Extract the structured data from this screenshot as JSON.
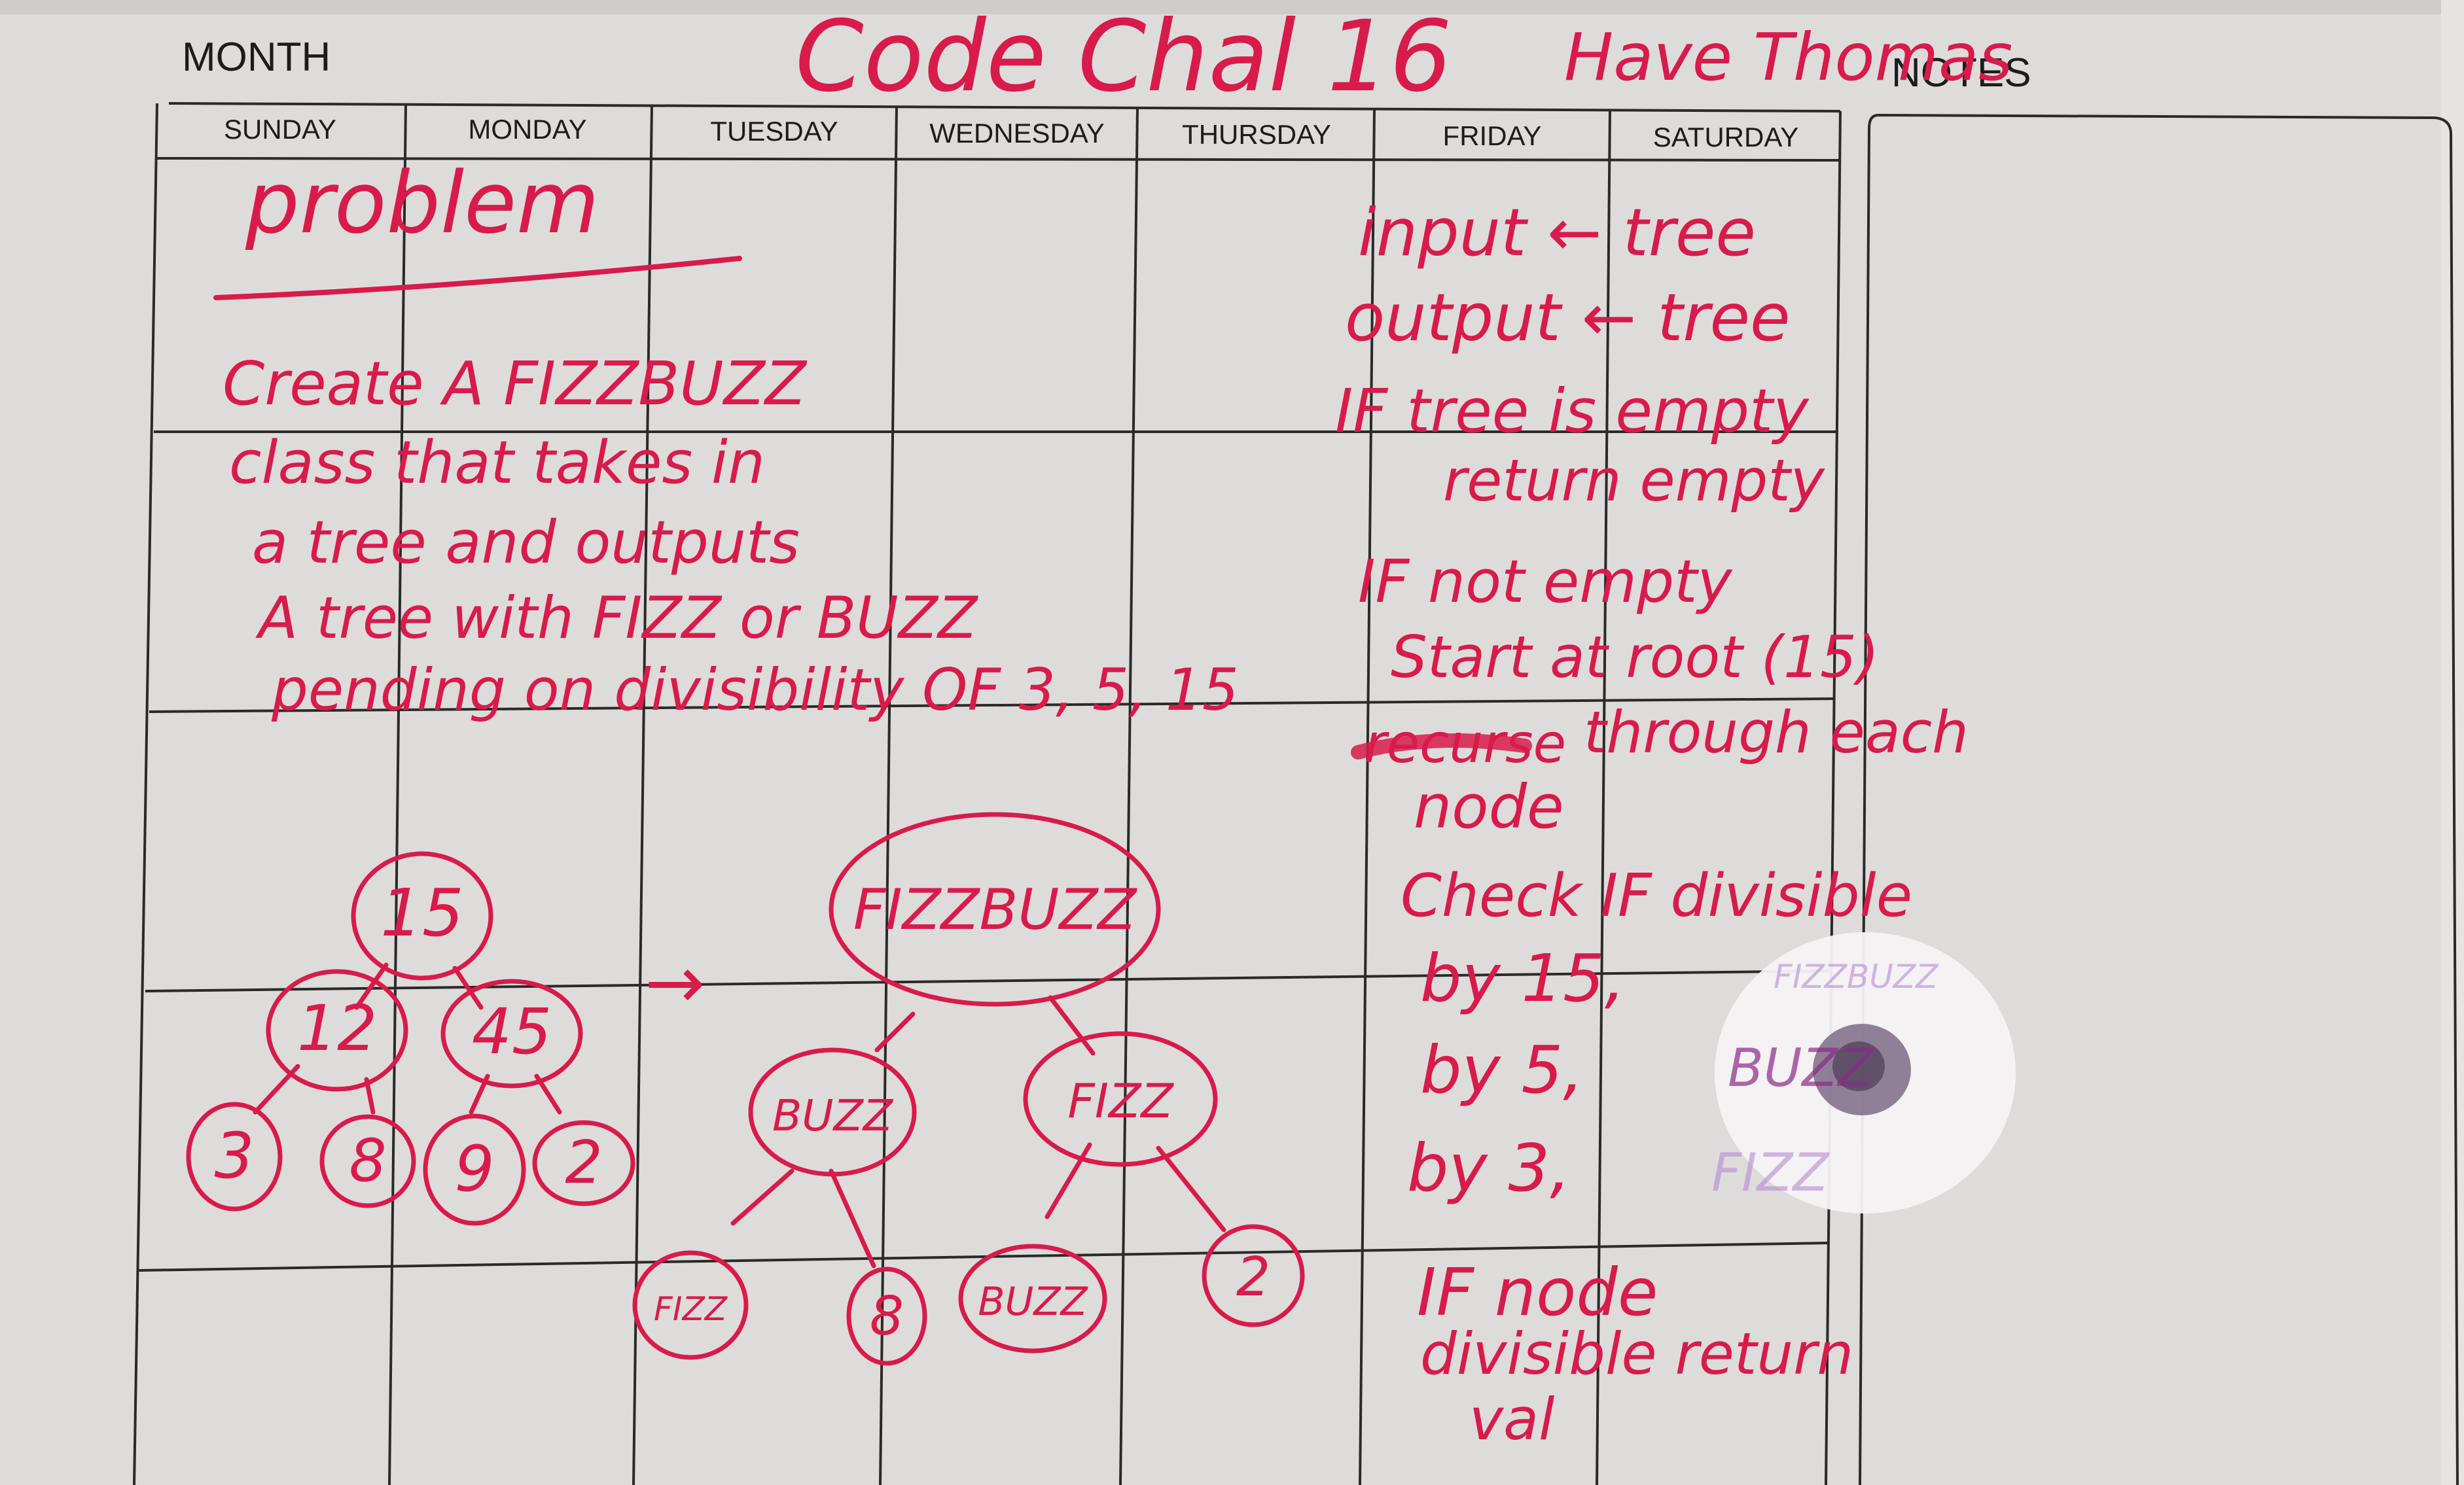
{
  "planner": {
    "month_label": "MONTH",
    "notes_label": "NOTES",
    "days": [
      "SUNDAY",
      "MONDAY",
      "TUESDAY",
      "WEDNESDAY",
      "THURSDAY",
      "FRIDAY",
      "SATURDAY"
    ]
  },
  "header": {
    "title": "Code Chal 16",
    "author": "Have Thomas"
  },
  "problem": {
    "heading": "problem",
    "lines": [
      "Create A FIZZBUZZ",
      "class that takes in",
      "a tree and outputs",
      "A tree with FIZZ or BUZZ",
      "pending on divisibility OF 3, 5, 15"
    ]
  },
  "input_tree": {
    "root": "15",
    "left": "12",
    "right": "45",
    "left_left": "3",
    "left_right": "8",
    "right_left": "9",
    "right_right": "2"
  },
  "arrow": "→",
  "output_tree": {
    "root": "FIZZBUZZ",
    "left": "BUZZ",
    "right": "FIZZ",
    "left_left": "FIZZ",
    "left_right": "8",
    "right_left": "BUZZ",
    "right_right": "2"
  },
  "algorithm": {
    "lines": [
      "input ← tree",
      "output ← tree",
      "IF tree is empty",
      "return empty",
      "IF not empty",
      "Start at root (15)",
      "through each",
      "node",
      "Check IF divisible",
      "by 15,",
      "by 5,",
      "by 3,",
      "IF node",
      "divisible return",
      "val"
    ],
    "crossed_word": "recurse",
    "faded_labels": [
      "FIZZBUZZ",
      "BUZZ",
      "FIZZ"
    ]
  },
  "colors": {
    "ink": "#d81b4a",
    "paper": "#dedcda",
    "grid": "#2a2a2a",
    "smudge": "#6e5a78"
  }
}
